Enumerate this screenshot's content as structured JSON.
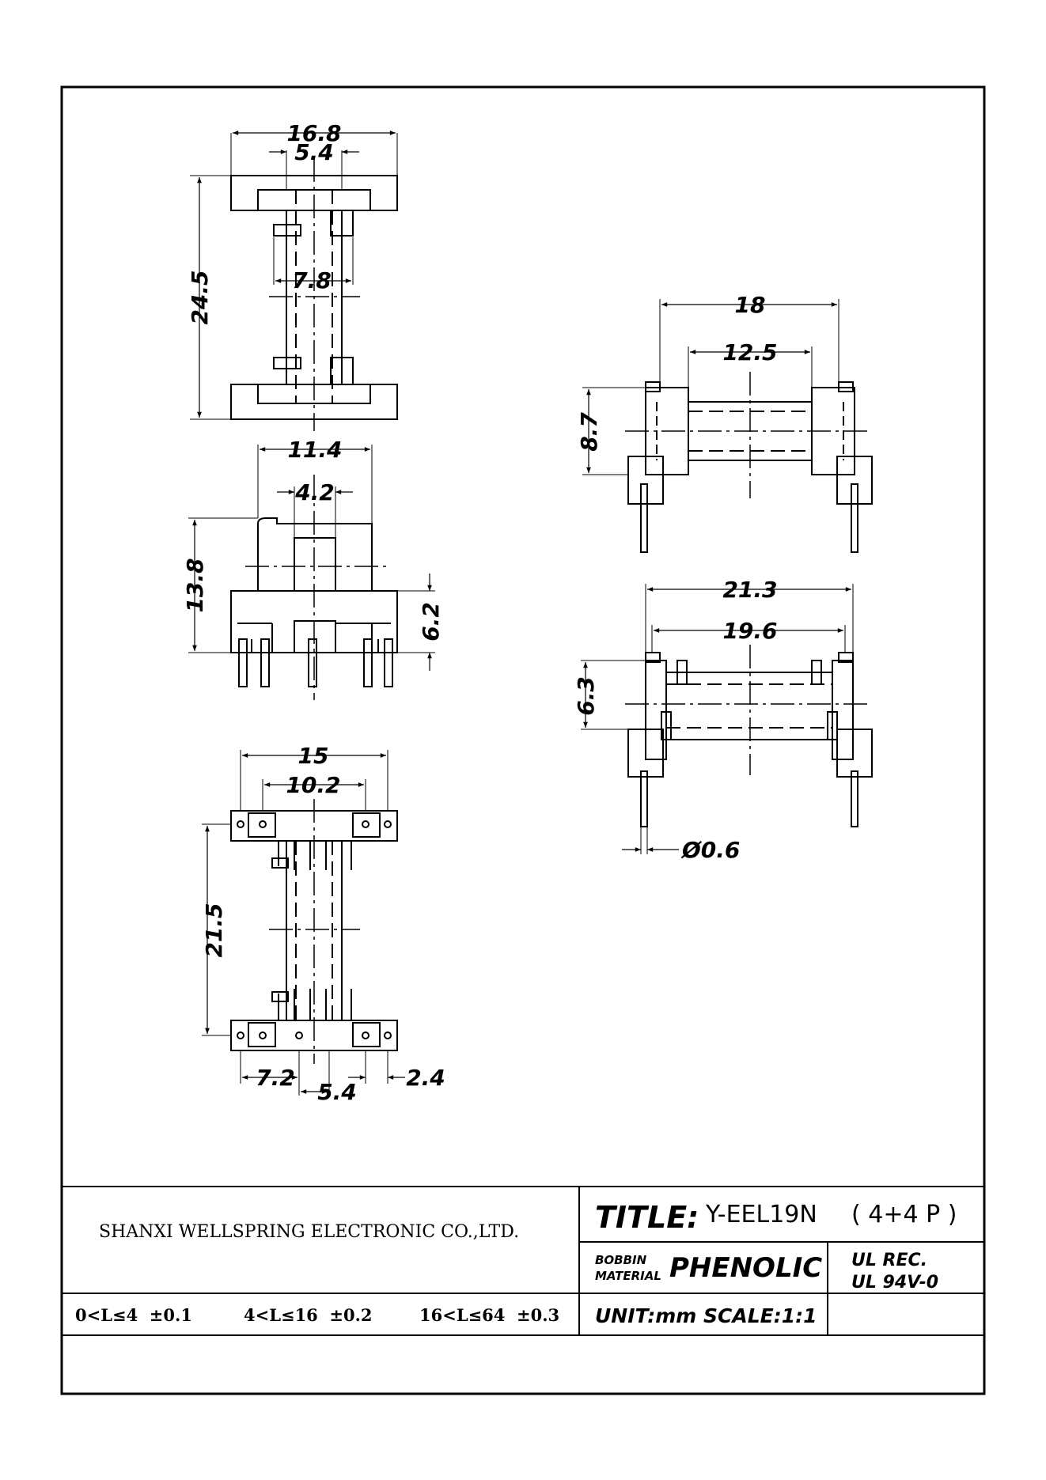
{
  "dimensions": {
    "top_width": "16.8",
    "top_inner": "5.4",
    "top_height": "24.5",
    "top_core": "7.8",
    "front_width": "11.4",
    "front_slot": "4.2",
    "front_height": "13.8",
    "front_base": "6.2",
    "bottom_width": "15",
    "bottom_inner": "10.2",
    "bottom_height": "21.5",
    "bottom_pitch": "7.2",
    "bottom_center": "5.4",
    "bottom_edge": "2.4",
    "side_width": "18",
    "side_inner": "12.5",
    "side_height": "8.7",
    "side2_width": "21.3",
    "side2_inner": "19.6",
    "side2_height": "6.3",
    "pin_diameter": "Ø0.6"
  },
  "title_block": {
    "company": "SHANXI WELLSPRING ELECTRONIC CO.,LTD.",
    "tolerance_1": "0<L≤4  ±0.1",
    "tolerance_2": "4<L≤16  ±0.2",
    "tolerance_3": "16<L≤64  ±0.3",
    "title_label": "TITLE:",
    "title_value": "Y-EEL19N",
    "title_pins": "( 4+4 P )",
    "bobbin_label": "BOBBIN",
    "material_label": "MATERIAL",
    "material_value": "PHENOLIC",
    "ul_rec": "UL REC.",
    "ul_grade": "UL 94V-0",
    "unit_scale": "UNIT:mm SCALE:1:1"
  }
}
